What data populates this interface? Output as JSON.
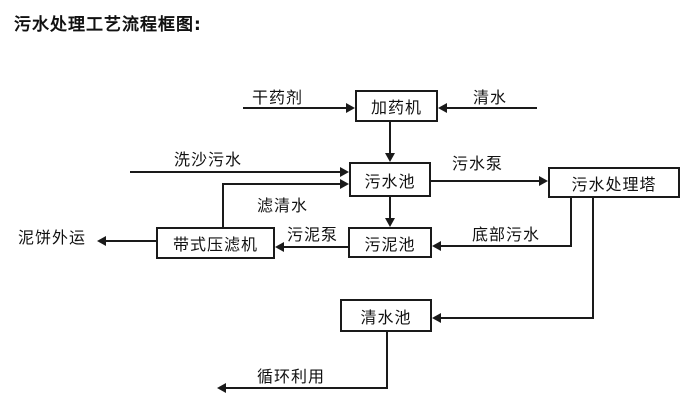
{
  "title": "污水处理工艺流程框图:",
  "diagram": {
    "nodes": [
      {
        "id": "dosing_machine",
        "label": "加药机"
      },
      {
        "id": "sewage_pool",
        "label": "污水池"
      },
      {
        "id": "treatment_tower",
        "label": "污水处理塔"
      },
      {
        "id": "belt_filter_press",
        "label": "带式压滤机"
      },
      {
        "id": "sludge_pool",
        "label": "污泥池"
      },
      {
        "id": "clean_water_pool",
        "label": "清水池"
      }
    ],
    "edge_labels": [
      {
        "id": "dry_agent",
        "label": "干药剂"
      },
      {
        "id": "clean_water",
        "label": "清水"
      },
      {
        "id": "sand_washing_sewage",
        "label": "洗沙污水"
      },
      {
        "id": "sewage_pump",
        "label": "污水泵"
      },
      {
        "id": "filtered_water",
        "label": "滤清水"
      },
      {
        "id": "sludge_pump",
        "label": "污泥泵"
      },
      {
        "id": "bottom_sewage",
        "label": "底部污水"
      },
      {
        "id": "mud_cake_out",
        "label": "泥饼外运"
      },
      {
        "id": "recycle_use",
        "label": "循环利用"
      }
    ],
    "flows": [
      "干药剂 → 加药机",
      "清水 → 加药机",
      "加药机 → 污水池",
      "洗沙污水 → 污水池",
      "带式压滤机 →(滤清水) 污水池",
      "污水池 →(污水泵) 污水处理塔",
      "污水池 → 污泥池",
      "污水处理塔 →(底部污水) 污泥池",
      "污泥池 →(污泥泵) 带式压滤机",
      "带式压滤机 → 泥饼外运",
      "污水处理塔 → 清水池",
      "清水池 → 循环利用"
    ],
    "colors": {
      "stroke": "#1a1a1a",
      "background": "#ffffff",
      "text": "#000000"
    }
  }
}
